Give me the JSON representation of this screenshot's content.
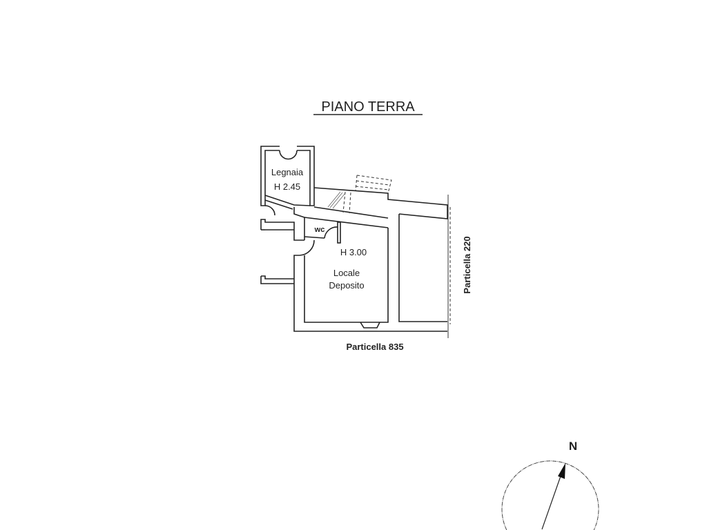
{
  "title": "PIANO TERRA",
  "rooms": {
    "legnaia": {
      "name": "Legnaia",
      "height": "H 2.45"
    },
    "wc": {
      "name": "wc"
    },
    "deposito": {
      "height": "H 3.00",
      "name_line1": "Locale",
      "name_line2": "Deposito"
    }
  },
  "boundaries": {
    "east": "Particella 220",
    "south": "Particella 835"
  },
  "compass": {
    "label": "N"
  }
}
